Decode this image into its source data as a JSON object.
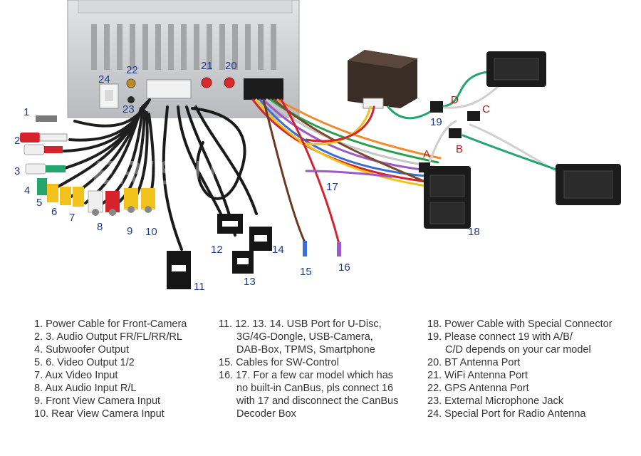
{
  "watermark": "ERISIN",
  "callouts": {
    "n1": "1",
    "n2": "2",
    "n3": "3",
    "n4": "4",
    "n5": "5",
    "n6": "6",
    "n7": "7",
    "n8": "8",
    "n9": "9",
    "n10": "10",
    "n11": "11",
    "n12": "12",
    "n13": "13",
    "n14": "14",
    "n15": "15",
    "n16": "16",
    "n17": "17",
    "n18": "18",
    "n19": "19",
    "n20": "20",
    "n21": "21",
    "n22": "22",
    "n23": "23",
    "n24": "24",
    "A": "A",
    "B": "B",
    "C": "C",
    "D": "D"
  },
  "legend": {
    "col1": [
      "1. Power Cable for Front-Camera",
      "2. 3. Audio Output FR/FL/RR/RL",
      "4. Subwoofer Output",
      "5. 6. Video Output 1/2",
      "7. Aux Video Input",
      "8. Aux Audio Input R/L",
      "9. Front View Camera Input",
      "10. Rear View Camera Input"
    ],
    "col2": [
      "11. 12. 13. 14. USB Port for U-Disc,",
      "3G/4G-Dongle, USB-Camera,",
      "DAB-Box, TPMS, Smartphone",
      "15. Cables for SW-Control",
      "16. 17. For a few car model which has",
      "no built-in CanBus, pls connect 16",
      "with 17 and disconnect the CanBus",
      "Decoder Box"
    ],
    "col3": [
      "18. Power Cable with Special Connector",
      "19. Please connect 19 with A/B/",
      "C/D depends on your car model",
      "20. BT Antenna Port",
      "21. WiFi Antenna Port",
      "22. GPS Antenna Port",
      "23. External Microphone Jack",
      "24. Special Port for Radio Antenna"
    ]
  },
  "colors": {
    "chassis": "#c9cbce",
    "cable": "#1e1e1e",
    "rca_red": "#d4232b",
    "rca_white": "#efefef",
    "rca_yellow": "#f1c21b",
    "rca_green": "#22a66e",
    "callout_number": "#1d3b8a",
    "callout_letter": "#b01818"
  }
}
